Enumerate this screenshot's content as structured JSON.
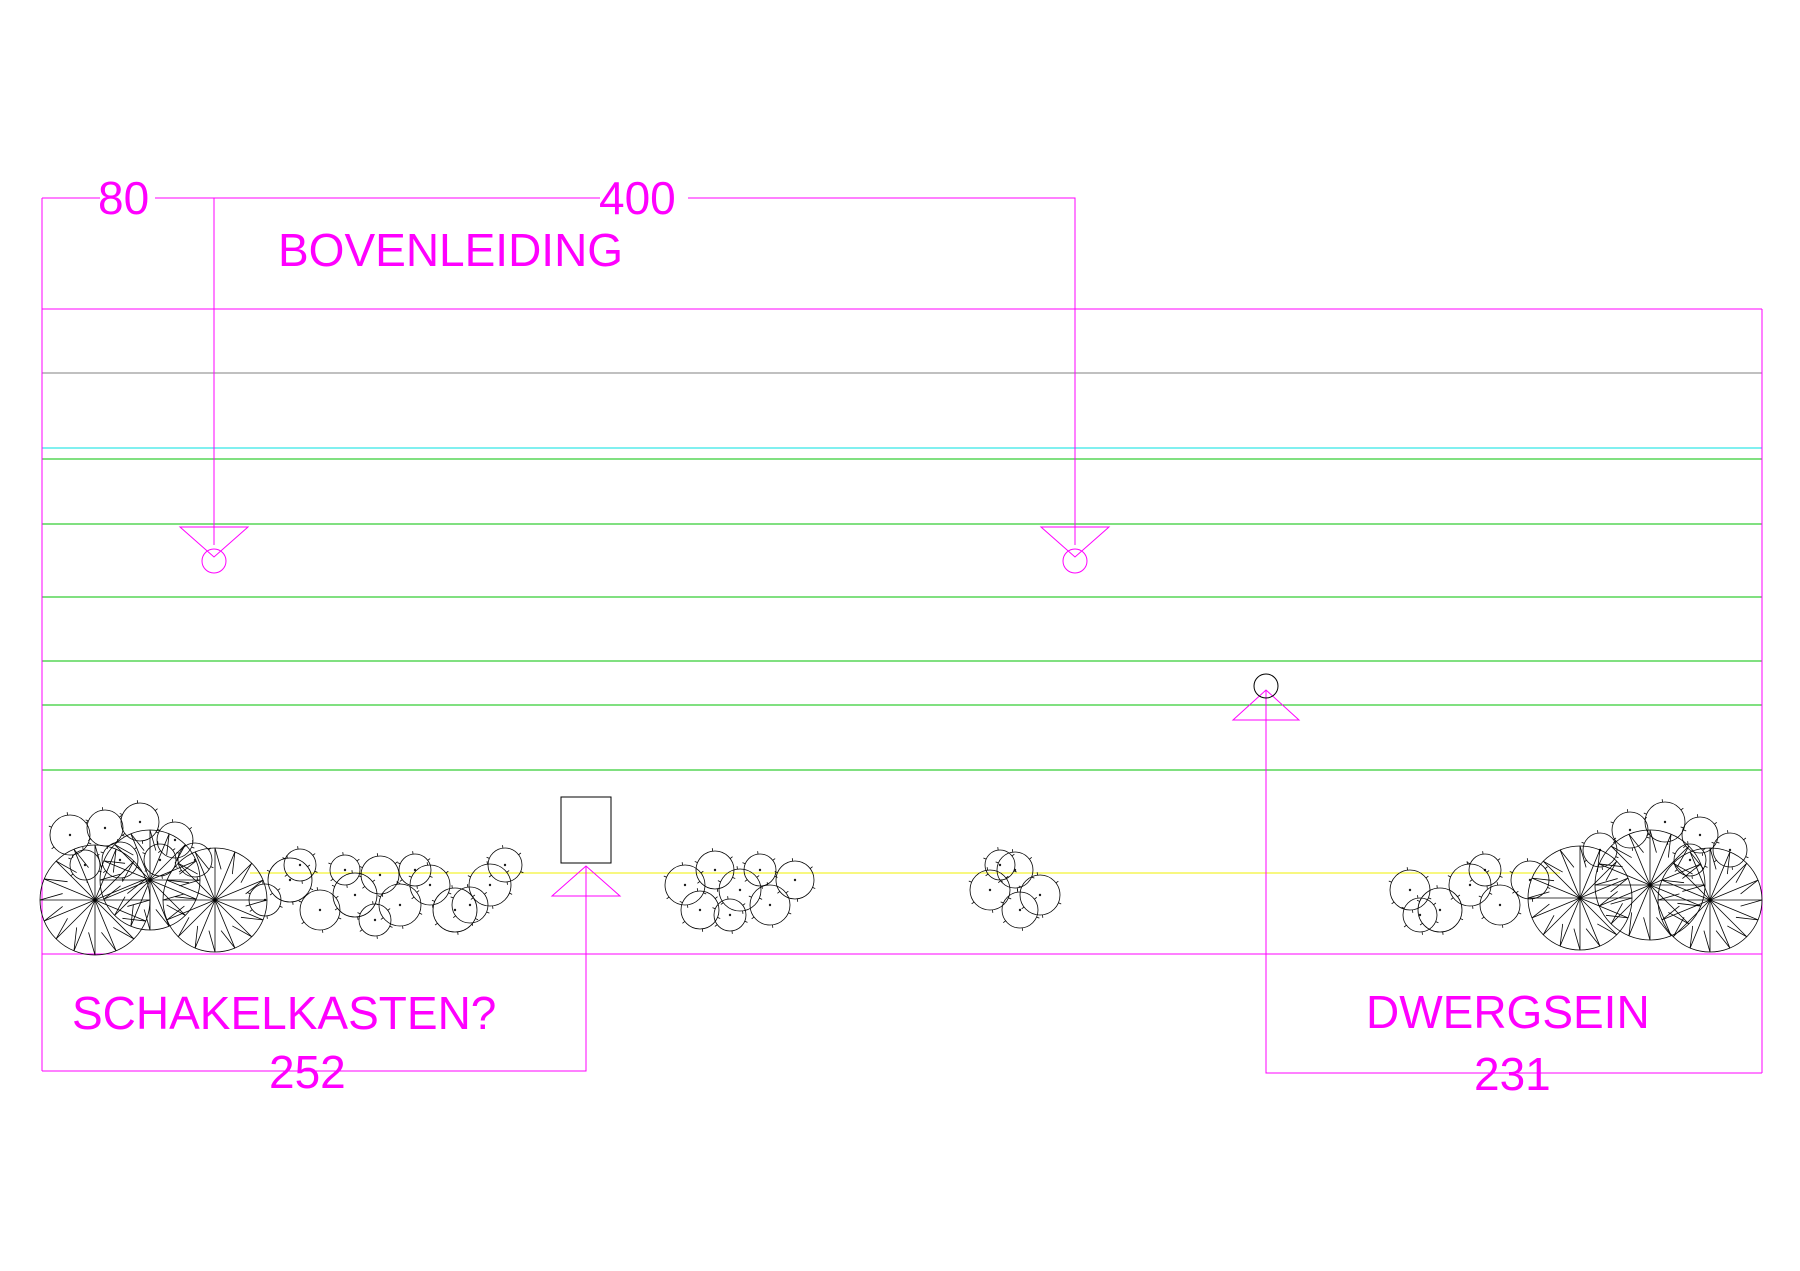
{
  "labels": {
    "dim_top_left": "80",
    "dim_top_mid": "400",
    "bovenleiding": "BOVENLEIDING",
    "schakelkasten": "SCHAKELKASTEN?",
    "dim_bottom_left": "252",
    "dwergsein": "DWERGSEIN",
    "dim_bottom_right": "231"
  },
  "colors": {
    "annotation": "#ff00ff",
    "frame": "#ff0000",
    "track": "#00c000",
    "cyan_line": "#00e0e0",
    "yellow_line": "#f0f000",
    "gray_line": "#808080",
    "vegetation": "#000000"
  },
  "vegetation": {
    "shrubs": "small-tree-symbols",
    "trees": "large-tree-symbols"
  }
}
